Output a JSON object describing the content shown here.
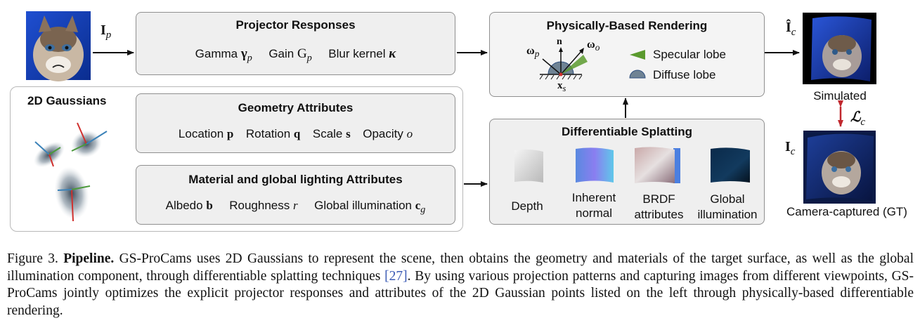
{
  "projector_input": {
    "symbol": "I",
    "sub": "p"
  },
  "projector_responses": {
    "title": "Projector Responses",
    "items": [
      {
        "label": "Gamma",
        "sym": "γ",
        "sub": "p"
      },
      {
        "label": "Gain",
        "sym": "G",
        "sub": "p"
      },
      {
        "label": "Blur kernel",
        "sym": "κ"
      }
    ]
  },
  "gaussians": {
    "title": "2D Gaussians"
  },
  "geometry": {
    "title": "Geometry Attributes",
    "items": [
      {
        "label": "Location",
        "sym": "p"
      },
      {
        "label": "Rotation",
        "sym": "q"
      },
      {
        "label": "Scale",
        "sym": "s"
      },
      {
        "label": "Opacity",
        "sym": "o"
      }
    ]
  },
  "material": {
    "title": "Material and global lighting Attributes",
    "items": [
      {
        "label": "Albedo",
        "sym": "b"
      },
      {
        "label": "Roughness",
        "sym": "r"
      },
      {
        "label": "Global illumination",
        "sym": "c",
        "sub": "g"
      }
    ]
  },
  "pbr": {
    "title": "Physically-Based Rendering",
    "omega_p": "ω",
    "omega_p_sub": "p",
    "omega_o": "ω",
    "omega_o_sub": "o",
    "n": "n",
    "xs": "x",
    "xs_sub": "s",
    "specular": "Specular lobe",
    "diffuse": "Diffuse lobe",
    "specular_color": "#5a9a2e",
    "diffuse_color": "#2f4f7f"
  },
  "splatting": {
    "title": "Differentiable Splatting",
    "outputs": [
      {
        "line1": "Depth",
        "line2": ""
      },
      {
        "line1": "Inherent",
        "line2": "normal"
      },
      {
        "line1": "BRDF",
        "line2": "attributes"
      },
      {
        "line1": "Global",
        "line2": "illumination"
      }
    ]
  },
  "simulated": {
    "symbol": "Î",
    "sub": "c",
    "label": "Simulated"
  },
  "loss": {
    "symbol": "ℒ",
    "sub": "c"
  },
  "captured": {
    "symbol": "I",
    "sub": "c",
    "label": "Camera-captured (GT)"
  },
  "caption": {
    "prefix": "Figure 3. ",
    "bold": "Pipeline.",
    "text1": " GS-ProCams uses 2D Gaussians to represent the scene, then obtains the geometry and materials of the target surface, as well as the global illumination component, through differentiable splatting techniques ",
    "cite": "[27]",
    "text2": ". By using various projection patterns and capturing images from different viewpoints, GS-ProCams jointly optimizes the explicit projector responses and attributes of the 2D Gaussian points listed on the left through physically-based differentiable rendering."
  }
}
